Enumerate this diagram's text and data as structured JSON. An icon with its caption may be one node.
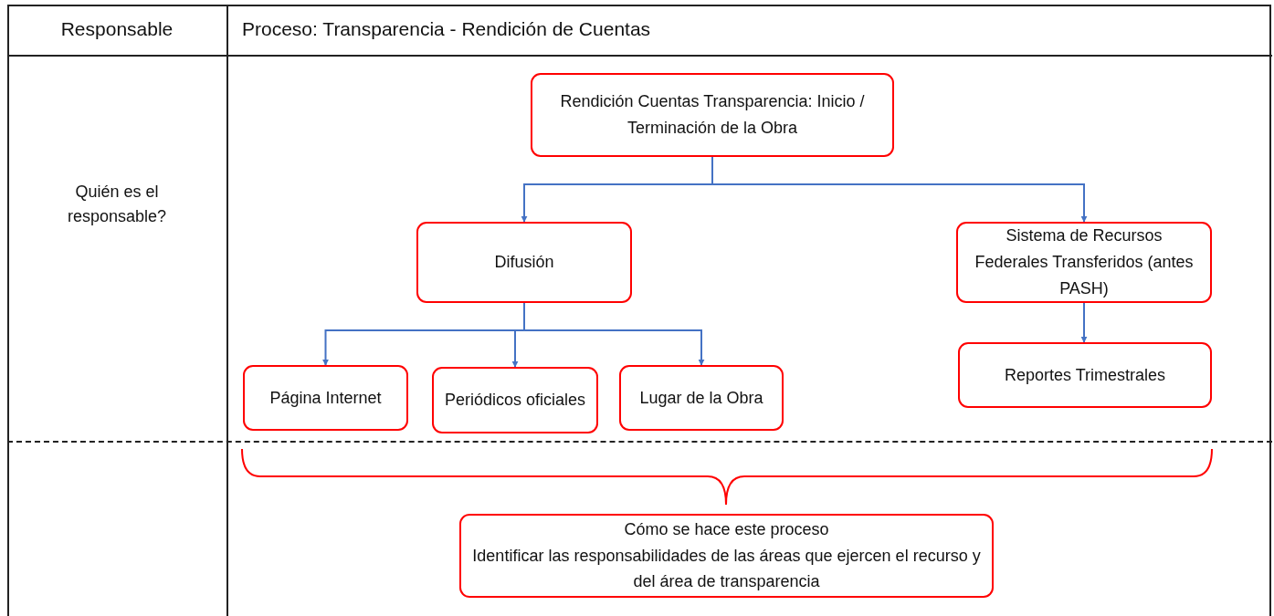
{
  "diagram": {
    "nodes": [
      {
        "text": [
          "Rendición Cuentas Transparencia: Inicio / Terminación de la Obra"
        ]
      },
      {
        "text": [
          "Difusión"
        ]
      },
      {
        "text": [
          "Sistema de Recursos Federales Transferidos (antes PASH)"
        ]
      },
      {
        "text": [
          "Página Internet"
        ]
      },
      {
        "text": [
          "Periódicos oficiales"
        ]
      },
      {
        "text": [
          "Lugar de la Obra"
        ]
      },
      {
        "text": [
          "Reportes Trimestrales"
        ]
      },
      {
        "text": [
          "Cómo se hace este proceso",
          "Identificar las responsabilidades de las áreas que ejercen el recurso y del área de transparencia"
        ]
      }
    ],
    "edges": [
      {
        "from": 0,
        "to": 1,
        "arrow": "to"
      },
      {
        "from": 0,
        "to": 2,
        "arrow": "to"
      },
      {
        "from": 1,
        "to": 3,
        "arrow": "to"
      },
      {
        "from": 1,
        "to": 4,
        "arrow": "to"
      },
      {
        "from": 1,
        "to": 5,
        "arrow": "to"
      },
      {
        "from": 2,
        "to": 6,
        "arrow": "to"
      }
    ],
    "labels": [
      "Responsable",
      "Proceso: Transparencia - Rendición de Cuentas",
      "Quién es el responsable?"
    ]
  }
}
